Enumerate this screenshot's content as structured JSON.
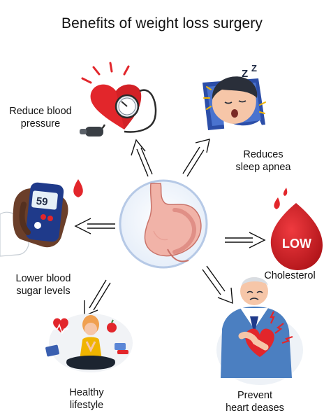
{
  "title": "Benefits of weight loss surgery",
  "center_icon": "stomach-illustration",
  "benefits": [
    {
      "id": "blood-pressure",
      "line1": "Reduce blood",
      "line2": "pressure",
      "icon": "heart-blood-pressure-gauge-icon"
    },
    {
      "id": "sleep-apnea",
      "line1": "Reduces",
      "line2": "sleep apnea",
      "icon": "sleeping-man-icon"
    },
    {
      "id": "blood-sugar",
      "line1": "Lower blood",
      "line2": "sugar levels",
      "icon": "glucose-meter-icon"
    },
    {
      "id": "cholesterol",
      "line1": "Cholesterol",
      "line2": "",
      "icon": "low-cholesterol-drop-icon",
      "badge": "LOW"
    },
    {
      "id": "lifestyle",
      "line1": "Healthy",
      "line2": "lifestyle",
      "icon": "meditating-woman-icon"
    },
    {
      "id": "heart",
      "line1": "Prevent",
      "line2": "heart deases",
      "icon": "heart-attack-man-icon"
    }
  ],
  "meter_reading": "59",
  "colors": {
    "red": "#e2262b",
    "dark_red": "#b51a1e",
    "stomach": "#f1b3a8",
    "circle_border": "#b6c9e6",
    "circle_fill": "#f1f6fd",
    "blue_shirt": "#4b7fc1"
  }
}
